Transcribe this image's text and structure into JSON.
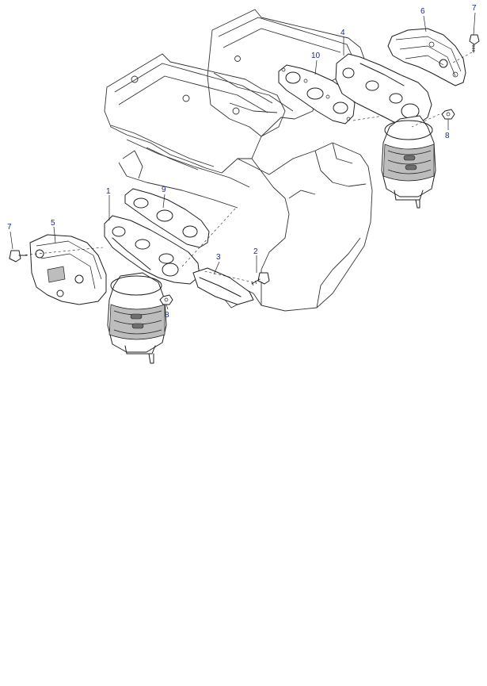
{
  "diagram": {
    "callouts": [
      {
        "id": "c1",
        "label": "1"
      },
      {
        "id": "c2",
        "label": "2"
      },
      {
        "id": "c3",
        "label": "3"
      },
      {
        "id": "c4",
        "label": "4"
      },
      {
        "id": "c5",
        "label": "5"
      },
      {
        "id": "c6",
        "label": "6"
      },
      {
        "id": "c7a",
        "label": "7"
      },
      {
        "id": "c7b",
        "label": "7"
      },
      {
        "id": "c8a",
        "label": "8"
      },
      {
        "id": "c8b",
        "label": "8"
      },
      {
        "id": "c9",
        "label": "9"
      },
      {
        "id": "c10",
        "label": "10"
      }
    ]
  },
  "colors": {
    "callout_text": "#1a2a8c",
    "line": "#1f1f1f",
    "background": "#ffffff"
  }
}
